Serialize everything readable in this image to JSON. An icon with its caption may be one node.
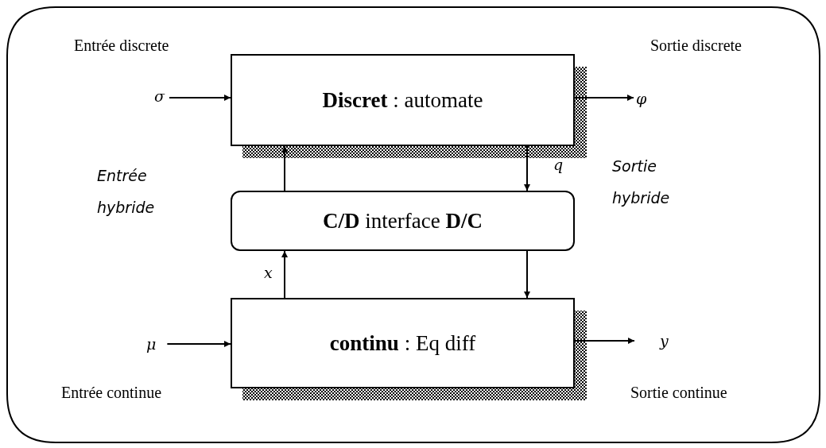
{
  "diagram": {
    "nodes": [
      {
        "text": [],
        "shape": "box"
      },
      {
        "text": [
          "**Discret**  : automate"
        ],
        "in": 0
      },
      {
        "text": [
          "**C/D** interface **D/C**"
        ],
        "in": 0
      },
      {
        "text": [
          "**continu** : Eq diff"
        ],
        "in": 0
      },
      {
        "text": [
          "σ"
        ],
        "in": 0
      },
      {
        "text": [
          "φ"
        ],
        "in": 0
      },
      {
        "text": [
          "μ"
        ],
        "in": 0
      },
      {
        "text": [
          "y"
        ],
        "in": 0
      }
    ],
    "edges": [
      {
        "from": 4,
        "to": 1,
        "arrow": "to"
      },
      {
        "from": 1,
        "to": 5,
        "arrow": "to"
      },
      {
        "from": 2,
        "to": 1,
        "arrow": "to"
      },
      {
        "from": 1,
        "to": 2,
        "arrow": "to",
        "label": "q"
      },
      {
        "from": 3,
        "to": 2,
        "arrow": "to",
        "label": "x"
      },
      {
        "from": 2,
        "to": 3,
        "arrow": "to"
      },
      {
        "from": 6,
        "to": 3,
        "arrow": "to"
      },
      {
        "from": 3,
        "to": 7,
        "arrow": "to"
      }
    ],
    "labels": [
      "Entrée discrete",
      "Sortie discrete",
      "Entrée hybride",
      "Sortie hybride",
      "Entrée continue",
      "Sortie continue"
    ]
  }
}
